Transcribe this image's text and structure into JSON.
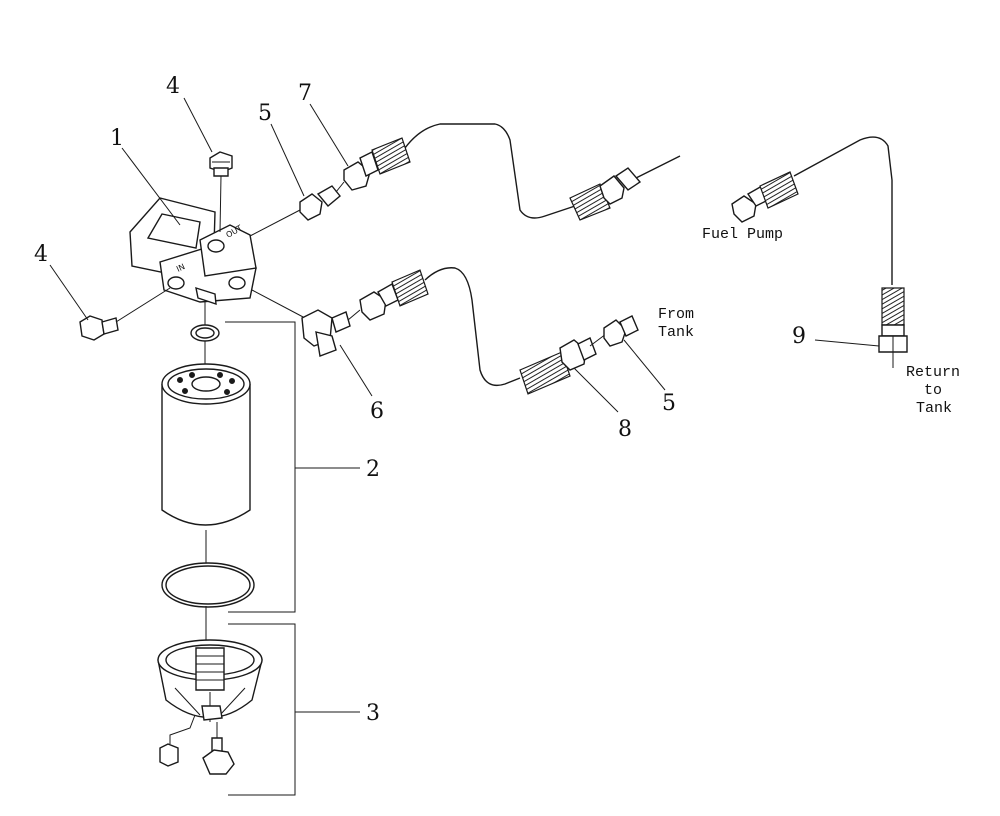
{
  "callouts": {
    "c1": "1",
    "c2": "2",
    "c3": "3",
    "c4a": "4",
    "c4b": "4",
    "c5a": "5",
    "c5b": "5",
    "c6": "6",
    "c7": "7",
    "c8": "8",
    "c9": "9"
  },
  "notes": {
    "fuel_pump": "Fuel Pump",
    "from_tank_1": "From",
    "from_tank_2": "Tank",
    "return_1": "Return",
    "return_2": "to",
    "return_3": "Tank"
  },
  "port_marks": {
    "out": "OUT",
    "in": "IN"
  }
}
